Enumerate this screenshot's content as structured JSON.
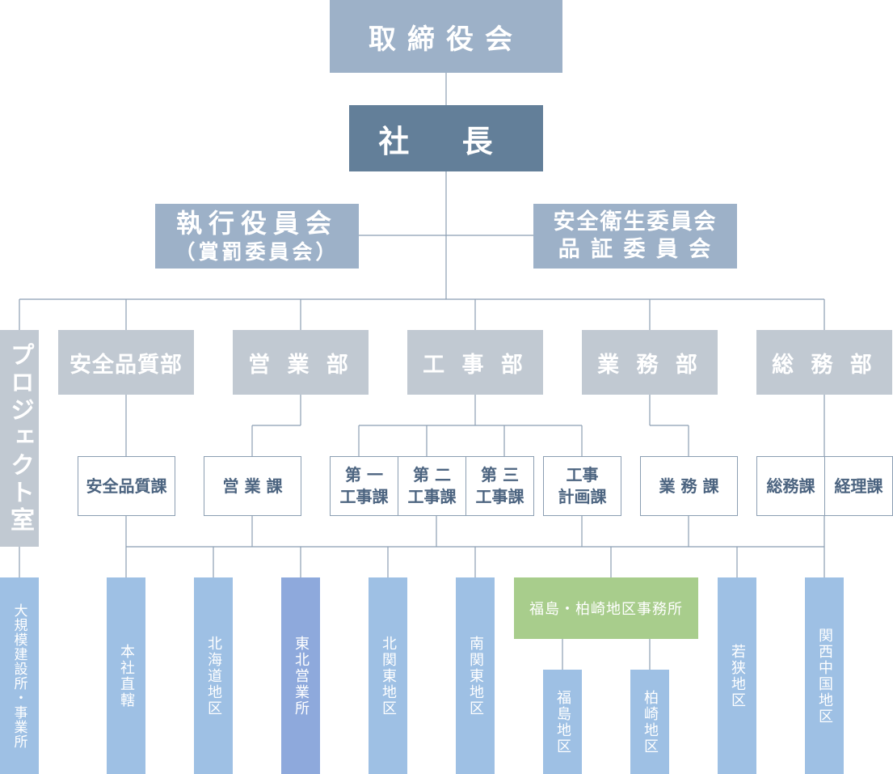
{
  "board": "取締役会",
  "president": "社 長",
  "executive_committee": {
    "line1": "執行役員会",
    "line2": "（賞罰委員会）"
  },
  "safety_committee": {
    "line1": "安全衛生委員会",
    "line2": "品 証 委 員 会"
  },
  "project_office": "プロジェクト室",
  "departments": {
    "safety_quality": "安全品質部",
    "sales": "営 業 部",
    "construction": "工 事 部",
    "business": "業 務 部",
    "general_affairs": "総 務 部"
  },
  "sections": {
    "safety_quality": "安全品質課",
    "sales": "営 業 課",
    "construction1": {
      "line1": "第 一",
      "line2": "工事課"
    },
    "construction2": {
      "line1": "第 二",
      "line2": "工事課"
    },
    "construction3": {
      "line1": "第 三",
      "line2": "工事課"
    },
    "planning": {
      "line1": "工事",
      "line2": "計画課"
    },
    "business": "業 務 課",
    "general": "総務課",
    "accounting": "経理課"
  },
  "areas": {
    "large_sites": "大規模建設所・事業所",
    "head_office": "本社直轄",
    "hokkaido": "北海道地区",
    "tohoku": "東北営業所",
    "kita_kanto": "北関東地区",
    "minami_kanto": "南関東地区",
    "fukushima_office": "福島・柏崎地区事務所",
    "fukushima": "福島地区",
    "kashiwazaki": "柏崎地区",
    "wakasa": "若狭地区",
    "kansai_chugoku": "関西中国地区"
  },
  "colors": {
    "board": "#9db1c8",
    "president": "#637f99",
    "department": "#c1c9d2",
    "section_border": "#8b9eb2",
    "area": "#9ec0e4",
    "area_highlight": "#8ea9dc",
    "office": "#a8cd8c",
    "connector": "#8b9eb2"
  }
}
